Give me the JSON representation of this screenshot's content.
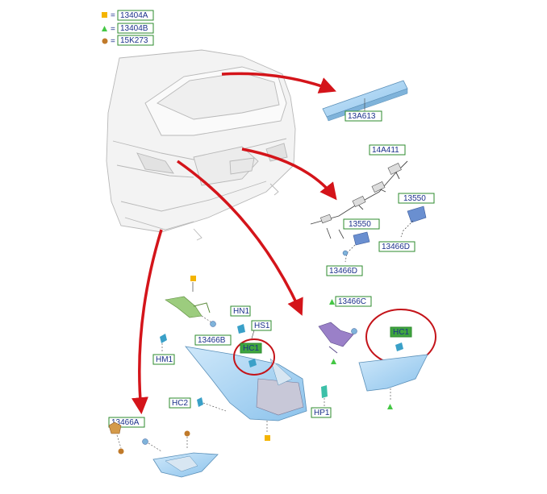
{
  "legend": [
    {
      "code": "13404A",
      "symbol": "square-icon",
      "color": "#f4b400"
    },
    {
      "code": "13404B",
      "symbol": "triangle-icon",
      "color": "#44c744"
    },
    {
      "code": "15K273",
      "symbol": "circle-icon",
      "color": "#c07a2a"
    }
  ],
  "equals_sign": "=",
  "labels": {
    "high_mount_lamp": "13A613",
    "wiring_harness": "14A411",
    "socket_upper_right": "13550",
    "socket_center": "13550",
    "bulb_upper_right": "13466D",
    "bulb_lower": "13466D",
    "bulb_left_assembly": "13466B",
    "bulb_right_assembly": "13466C",
    "bulb_bottom": "13466A",
    "hn1": "HN1",
    "hs1": "HS1",
    "hm1": "HM1",
    "hc1_left": "HC1",
    "hc1_right": "HC1",
    "hc2": "HC2",
    "hp1": "HP1"
  },
  "colors": {
    "label_border": "#2e8b2e",
    "label_text": "#1a2f8a",
    "arrow_red": "#d4141a",
    "highlight_circle": "#c4141a",
    "lamp_blue": "#a9d3f0",
    "highlight_label_fill": "#3fa53f"
  }
}
